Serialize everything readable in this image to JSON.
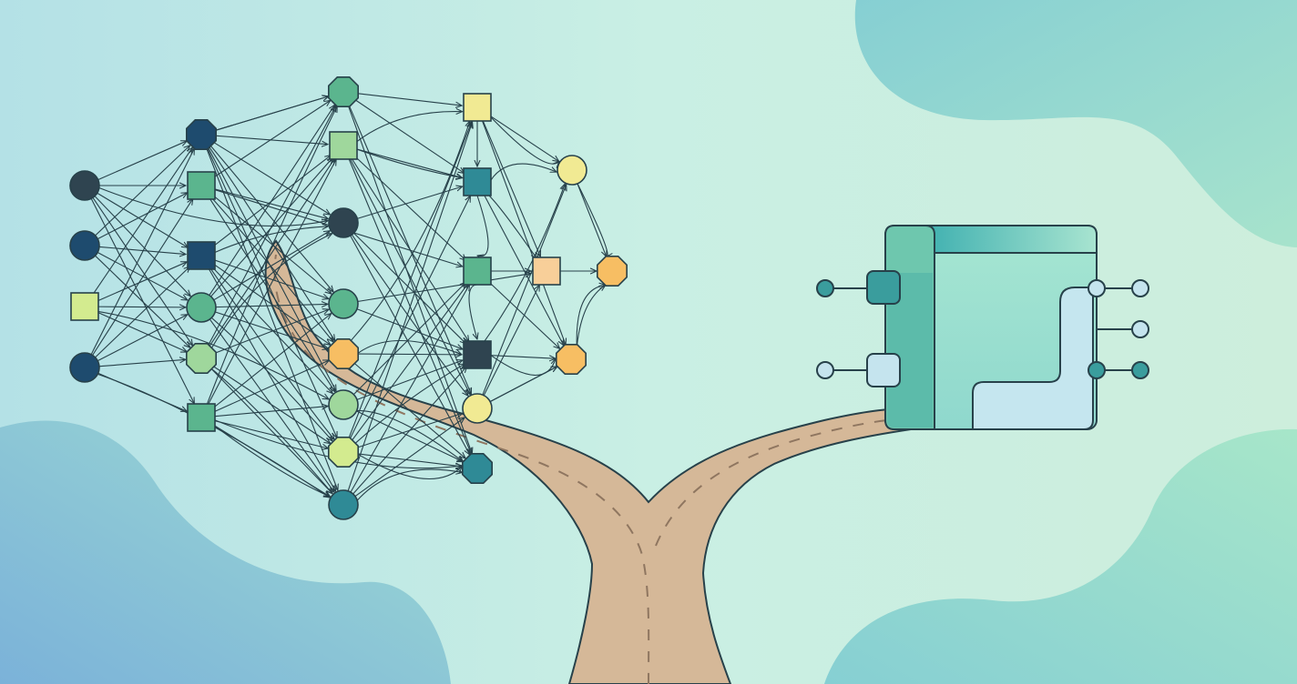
{
  "palette": {
    "bg_left": "#b4e1e6",
    "bg_mid": "#c9efe4",
    "bg_right": "#cdeedc",
    "blob_teal": "#86cfd3",
    "blob_blue": "#7bb2d9",
    "blob_mint": "#a7e3cc",
    "road": "#d5b898",
    "road_dash": "#8f7660",
    "ink": "#27414a",
    "navy": "#1e4b6e",
    "charcoal": "#2f4450",
    "teal": "#2f8a96",
    "green": "#5bb58e",
    "light_green": "#9fd79c",
    "lime": "#d3eb8f",
    "yellow": "#f1ea93",
    "orange": "#f7be63",
    "peach": "#f8cf99",
    "module_side": "#6ec7ae",
    "module_face": "#a6e6d2",
    "module_top": "#5cbfb5",
    "module_panel": "#c5e6ef",
    "port_dark": "#3a9d9d",
    "port_light": "#c5e4ee"
  },
  "illustration": {
    "left_motif": "tangled-node-network",
    "right_motif": "modular-component-block",
    "path_motif": "forking-road"
  }
}
